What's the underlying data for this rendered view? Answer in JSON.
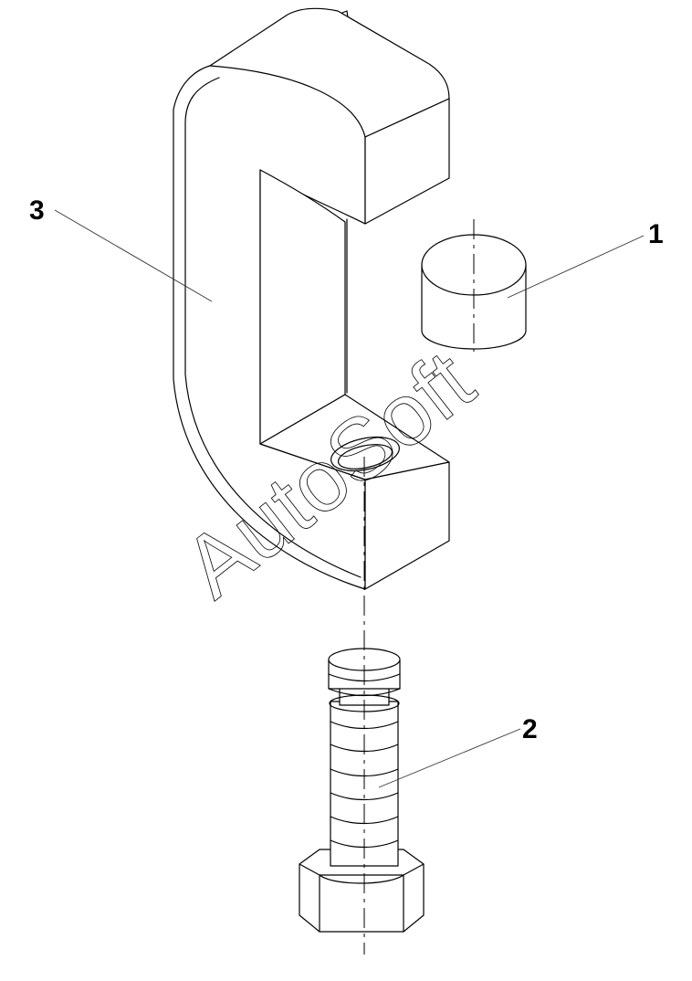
{
  "labels": {
    "part_1": "1",
    "part_2": "2",
    "part_3": "3"
  },
  "watermark": {
    "text": "AutoSoft"
  },
  "colors": {
    "line": "#000000",
    "background": "#ffffff",
    "leader": "#333333"
  }
}
